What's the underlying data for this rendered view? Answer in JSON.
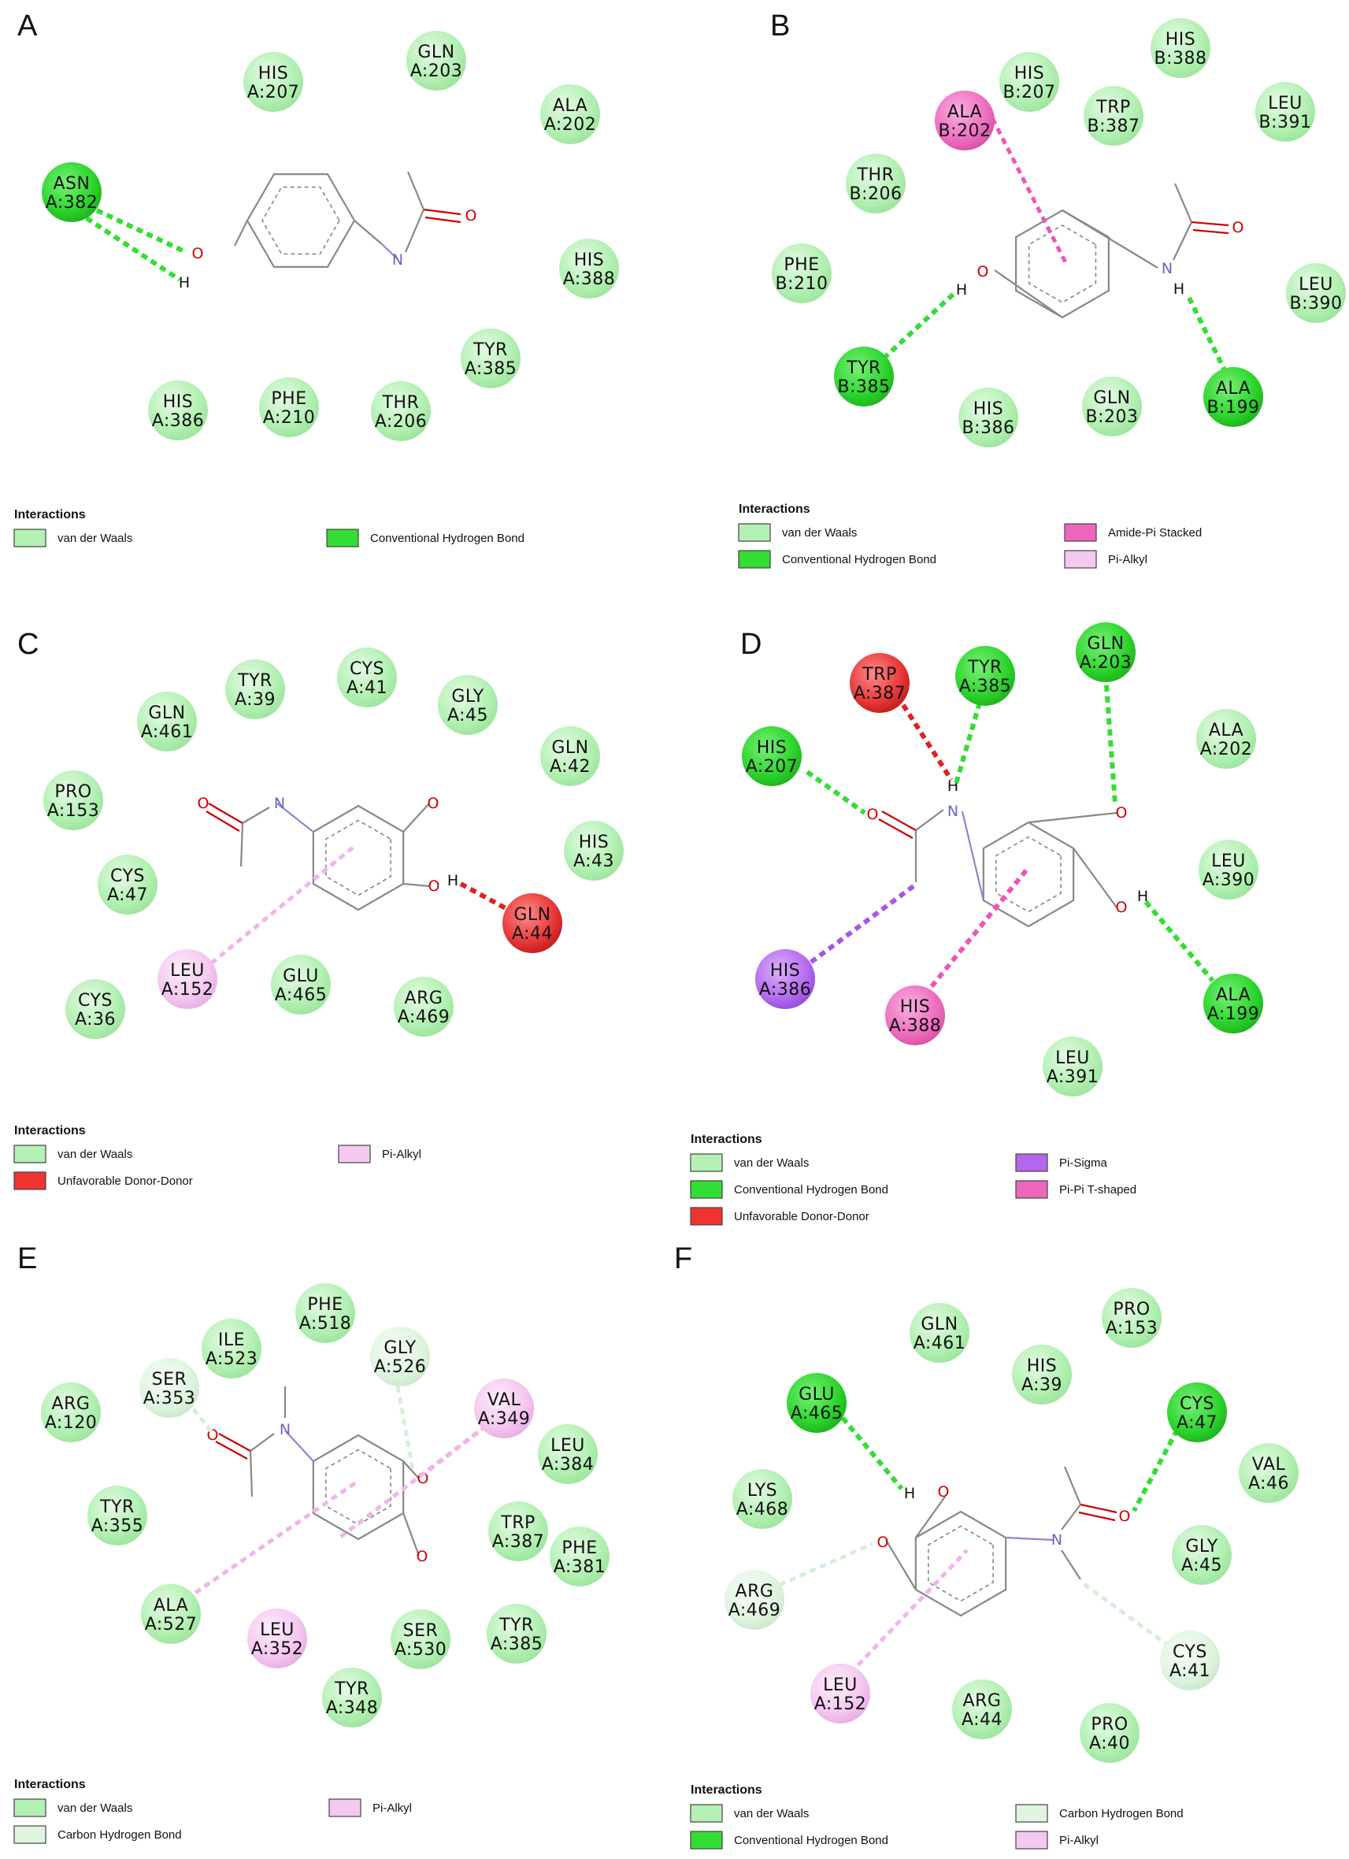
{
  "colors": {
    "vdw": "#b3f0b3",
    "hbond": "#33dd33",
    "unfavorable": "#ee3333",
    "amide_pi": "#ee66bb",
    "pi_alkyl": "#f5c8f0",
    "pi_sigma": "#b466ee",
    "pi_pi_t": "#ee66bb",
    "carbon_hbond": "#e0f5e0"
  },
  "panels": [
    {
      "label": "A",
      "legend_title": "Interactions",
      "legend": [
        {
          "text": "van der Waals",
          "type": "vdw"
        },
        {
          "text": "Conventional Hydrogen Bond",
          "type": "hbond"
        }
      ],
      "residues": [
        {
          "name": "HIS",
          "id": "A:207",
          "type": "vdw"
        },
        {
          "name": "GLN",
          "id": "A:203",
          "type": "vdw"
        },
        {
          "name": "ALA",
          "id": "A:202",
          "type": "vdw"
        },
        {
          "name": "ASN",
          "id": "A:382",
          "type": "hbond"
        },
        {
          "name": "HIS",
          "id": "A:388",
          "type": "vdw"
        },
        {
          "name": "TYR",
          "id": "A:385",
          "type": "vdw"
        },
        {
          "name": "HIS",
          "id": "A:386",
          "type": "vdw"
        },
        {
          "name": "PHE",
          "id": "A:210",
          "type": "vdw"
        },
        {
          "name": "THR",
          "id": "A:206",
          "type": "vdw"
        }
      ]
    },
    {
      "label": "B",
      "legend_title": "Interactions",
      "legend": [
        {
          "text": "van der Waals",
          "type": "vdw"
        },
        {
          "text": "Conventional Hydrogen Bond",
          "type": "hbond"
        },
        {
          "text": "Amide-Pi Stacked",
          "type": "amide_pi"
        },
        {
          "text": "Pi-Alkyl",
          "type": "pi_alkyl"
        }
      ],
      "residues": [
        {
          "name": "HIS",
          "id": "B:207",
          "type": "vdw"
        },
        {
          "name": "HIS",
          "id": "B:388",
          "type": "vdw"
        },
        {
          "name": "ALA",
          "id": "B:202",
          "type": "amide_pi"
        },
        {
          "name": "TRP",
          "id": "B:387",
          "type": "vdw"
        },
        {
          "name": "LEU",
          "id": "B:391",
          "type": "vdw"
        },
        {
          "name": "THR",
          "id": "B:206",
          "type": "vdw"
        },
        {
          "name": "PHE",
          "id": "B:210",
          "type": "vdw"
        },
        {
          "name": "LEU",
          "id": "B:390",
          "type": "vdw"
        },
        {
          "name": "TYR",
          "id": "B:385",
          "type": "hbond"
        },
        {
          "name": "HIS",
          "id": "B:386",
          "type": "vdw"
        },
        {
          "name": "GLN",
          "id": "B:203",
          "type": "vdw"
        },
        {
          "name": "ALA",
          "id": "B:199",
          "type": "hbond"
        }
      ]
    },
    {
      "label": "C",
      "legend_title": "Interactions",
      "legend": [
        {
          "text": "van der Waals",
          "type": "vdw"
        },
        {
          "text": "Unfavorable Donor-Donor",
          "type": "unfavorable"
        },
        {
          "text": "Pi-Alkyl",
          "type": "pi_alkyl"
        }
      ],
      "residues": [
        {
          "name": "TYR",
          "id": "A:39",
          "type": "vdw"
        },
        {
          "name": "CYS",
          "id": "A:41",
          "type": "vdw"
        },
        {
          "name": "GLY",
          "id": "A:45",
          "type": "vdw"
        },
        {
          "name": "GLN",
          "id": "A:461",
          "type": "vdw"
        },
        {
          "name": "GLN",
          "id": "A:42",
          "type": "vdw"
        },
        {
          "name": "PRO",
          "id": "A:153",
          "type": "vdw"
        },
        {
          "name": "HIS",
          "id": "A:43",
          "type": "vdw"
        },
        {
          "name": "CYS",
          "id": "A:47",
          "type": "vdw"
        },
        {
          "name": "GLN",
          "id": "A:44",
          "type": "unfavorable"
        },
        {
          "name": "LEU",
          "id": "A:152",
          "type": "pi_alkyl"
        },
        {
          "name": "GLU",
          "id": "A:465",
          "type": "vdw"
        },
        {
          "name": "ARG",
          "id": "A:469",
          "type": "vdw"
        },
        {
          "name": "CYS",
          "id": "A:36",
          "type": "vdw"
        }
      ]
    },
    {
      "label": "D",
      "legend_title": "Interactions",
      "legend": [
        {
          "text": "van der Waals",
          "type": "vdw"
        },
        {
          "text": "Conventional Hydrogen Bond",
          "type": "hbond"
        },
        {
          "text": "Unfavorable Donor-Donor",
          "type": "unfavorable"
        },
        {
          "text": "Pi-Sigma",
          "type": "pi_sigma"
        },
        {
          "text": "Pi-Pi T-shaped",
          "type": "pi_pi_t"
        }
      ],
      "residues": [
        {
          "name": "TRP",
          "id": "A:387",
          "type": "unfavorable"
        },
        {
          "name": "TYR",
          "id": "A:385",
          "type": "hbond"
        },
        {
          "name": "GLN",
          "id": "A:203",
          "type": "hbond"
        },
        {
          "name": "ALA",
          "id": "A:202",
          "type": "vdw"
        },
        {
          "name": "HIS",
          "id": "A:207",
          "type": "hbond"
        },
        {
          "name": "LEU",
          "id": "A:390",
          "type": "vdw"
        },
        {
          "name": "HIS",
          "id": "A:386",
          "type": "pi_sigma"
        },
        {
          "name": "HIS",
          "id": "A:388",
          "type": "pi_pi_t"
        },
        {
          "name": "ALA",
          "id": "A:199",
          "type": "hbond"
        },
        {
          "name": "LEU",
          "id": "A:391",
          "type": "vdw"
        }
      ]
    },
    {
      "label": "E",
      "legend_title": "Interactions",
      "legend": [
        {
          "text": "van der Waals",
          "type": "vdw"
        },
        {
          "text": "Carbon Hydrogen Bond",
          "type": "carbon_hbond"
        },
        {
          "text": "Pi-Alkyl",
          "type": "pi_alkyl"
        }
      ],
      "residues": [
        {
          "name": "PHE",
          "id": "A:518",
          "type": "vdw"
        },
        {
          "name": "ILE",
          "id": "A:523",
          "type": "vdw"
        },
        {
          "name": "GLY",
          "id": "A:526",
          "type": "carbon_hbond"
        },
        {
          "name": "SER",
          "id": "A:353",
          "type": "carbon_hbond"
        },
        {
          "name": "VAL",
          "id": "A:349",
          "type": "pi_alkyl"
        },
        {
          "name": "ARG",
          "id": "A:120",
          "type": "vdw"
        },
        {
          "name": "LEU",
          "id": "A:384",
          "type": "vdw"
        },
        {
          "name": "TYR",
          "id": "A:355",
          "type": "vdw"
        },
        {
          "name": "TRP",
          "id": "A:387",
          "type": "vdw"
        },
        {
          "name": "PHE",
          "id": "A:381",
          "type": "vdw"
        },
        {
          "name": "ALA",
          "id": "A:527",
          "type": "vdw"
        },
        {
          "name": "LEU",
          "id": "A:352",
          "type": "pi_alkyl"
        },
        {
          "name": "SER",
          "id": "A:530",
          "type": "vdw"
        },
        {
          "name": "TYR",
          "id": "A:385",
          "type": "vdw"
        },
        {
          "name": "TYR",
          "id": "A:348",
          "type": "vdw"
        }
      ]
    },
    {
      "label": "F",
      "legend_title": "Interactions",
      "legend": [
        {
          "text": "van der Waals",
          "type": "vdw"
        },
        {
          "text": "Conventional Hydrogen Bond",
          "type": "hbond"
        },
        {
          "text": "Carbon Hydrogen Bond",
          "type": "carbon_hbond"
        },
        {
          "text": "Pi-Alkyl",
          "type": "pi_alkyl"
        }
      ],
      "residues": [
        {
          "name": "GLN",
          "id": "A:461",
          "type": "vdw"
        },
        {
          "name": "PRO",
          "id": "A:153",
          "type": "vdw"
        },
        {
          "name": "HIS",
          "id": "A:39",
          "type": "vdw"
        },
        {
          "name": "GLU",
          "id": "A:465",
          "type": "hbond"
        },
        {
          "name": "CYS",
          "id": "A:47",
          "type": "hbond"
        },
        {
          "name": "VAL",
          "id": "A:46",
          "type": "vdw"
        },
        {
          "name": "LYS",
          "id": "A:468",
          "type": "vdw"
        },
        {
          "name": "GLY",
          "id": "A:45",
          "type": "vdw"
        },
        {
          "name": "ARG",
          "id": "A:469",
          "type": "carbon_hbond"
        },
        {
          "name": "CYS",
          "id": "A:41",
          "type": "carbon_hbond"
        },
        {
          "name": "LEU",
          "id": "A:152",
          "type": "pi_alkyl"
        },
        {
          "name": "ARG",
          "id": "A:44",
          "type": "vdw"
        },
        {
          "name": "PRO",
          "id": "A:40",
          "type": "vdw"
        }
      ]
    }
  ]
}
